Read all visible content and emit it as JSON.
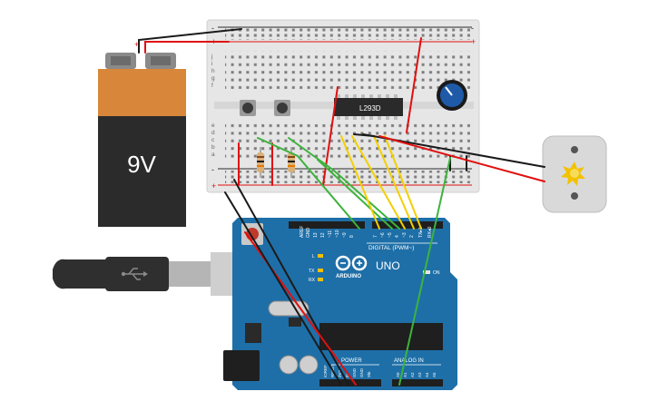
{
  "battery": {
    "label": "9V",
    "terminal_pos": "+",
    "terminal_neg": "-"
  },
  "breadboard": {
    "rail_pos": "+",
    "rail_neg": "-",
    "row_letters_top": [
      "j",
      "i",
      "h",
      "g",
      "f"
    ],
    "row_letters_bottom": [
      "e",
      "d",
      "c",
      "b",
      "a"
    ]
  },
  "ic": {
    "label": "L293D"
  },
  "arduino": {
    "brand": "ARDUINO",
    "model": "UNO",
    "digital_header": "DIGITAL (PWM~)",
    "pin_aref": "AREF",
    "pin_gnd": "GND",
    "digital_pins": [
      "13",
      "12",
      "~11",
      "~10",
      "~9",
      "8",
      "7",
      "~6",
      "~5",
      "4",
      "~3",
      "2",
      "TX▸1",
      "RX◂0"
    ],
    "led_l": "L",
    "led_tx": "TX",
    "led_rx": "RX",
    "on_label": "ON",
    "power_header": "POWER",
    "power_pins": [
      "IOREF",
      "RESET",
      "3V3",
      "5V",
      "GND",
      "GND",
      "Vin"
    ],
    "analog_header": "ANALOG IN",
    "analog_pins": [
      "A0",
      "A1",
      "A2",
      "A3",
      "A4",
      "A5"
    ]
  },
  "colors": {
    "wire_red": "#e01010",
    "wire_black": "#1a1a1a",
    "wire_green": "#3db33d",
    "wire_yellow": "#f2d000",
    "board_blue": "#1e6fa8",
    "battery_orange": "#d8873a",
    "battery_body": "#2b2b2b",
    "breadboard": "#e6e6e6",
    "motor_body": "#d9d9d9",
    "pot_blue": "#1e5aa8"
  },
  "icons": [
    "usb-icon",
    "infinity-logo-icon",
    "motor-star-icon"
  ]
}
